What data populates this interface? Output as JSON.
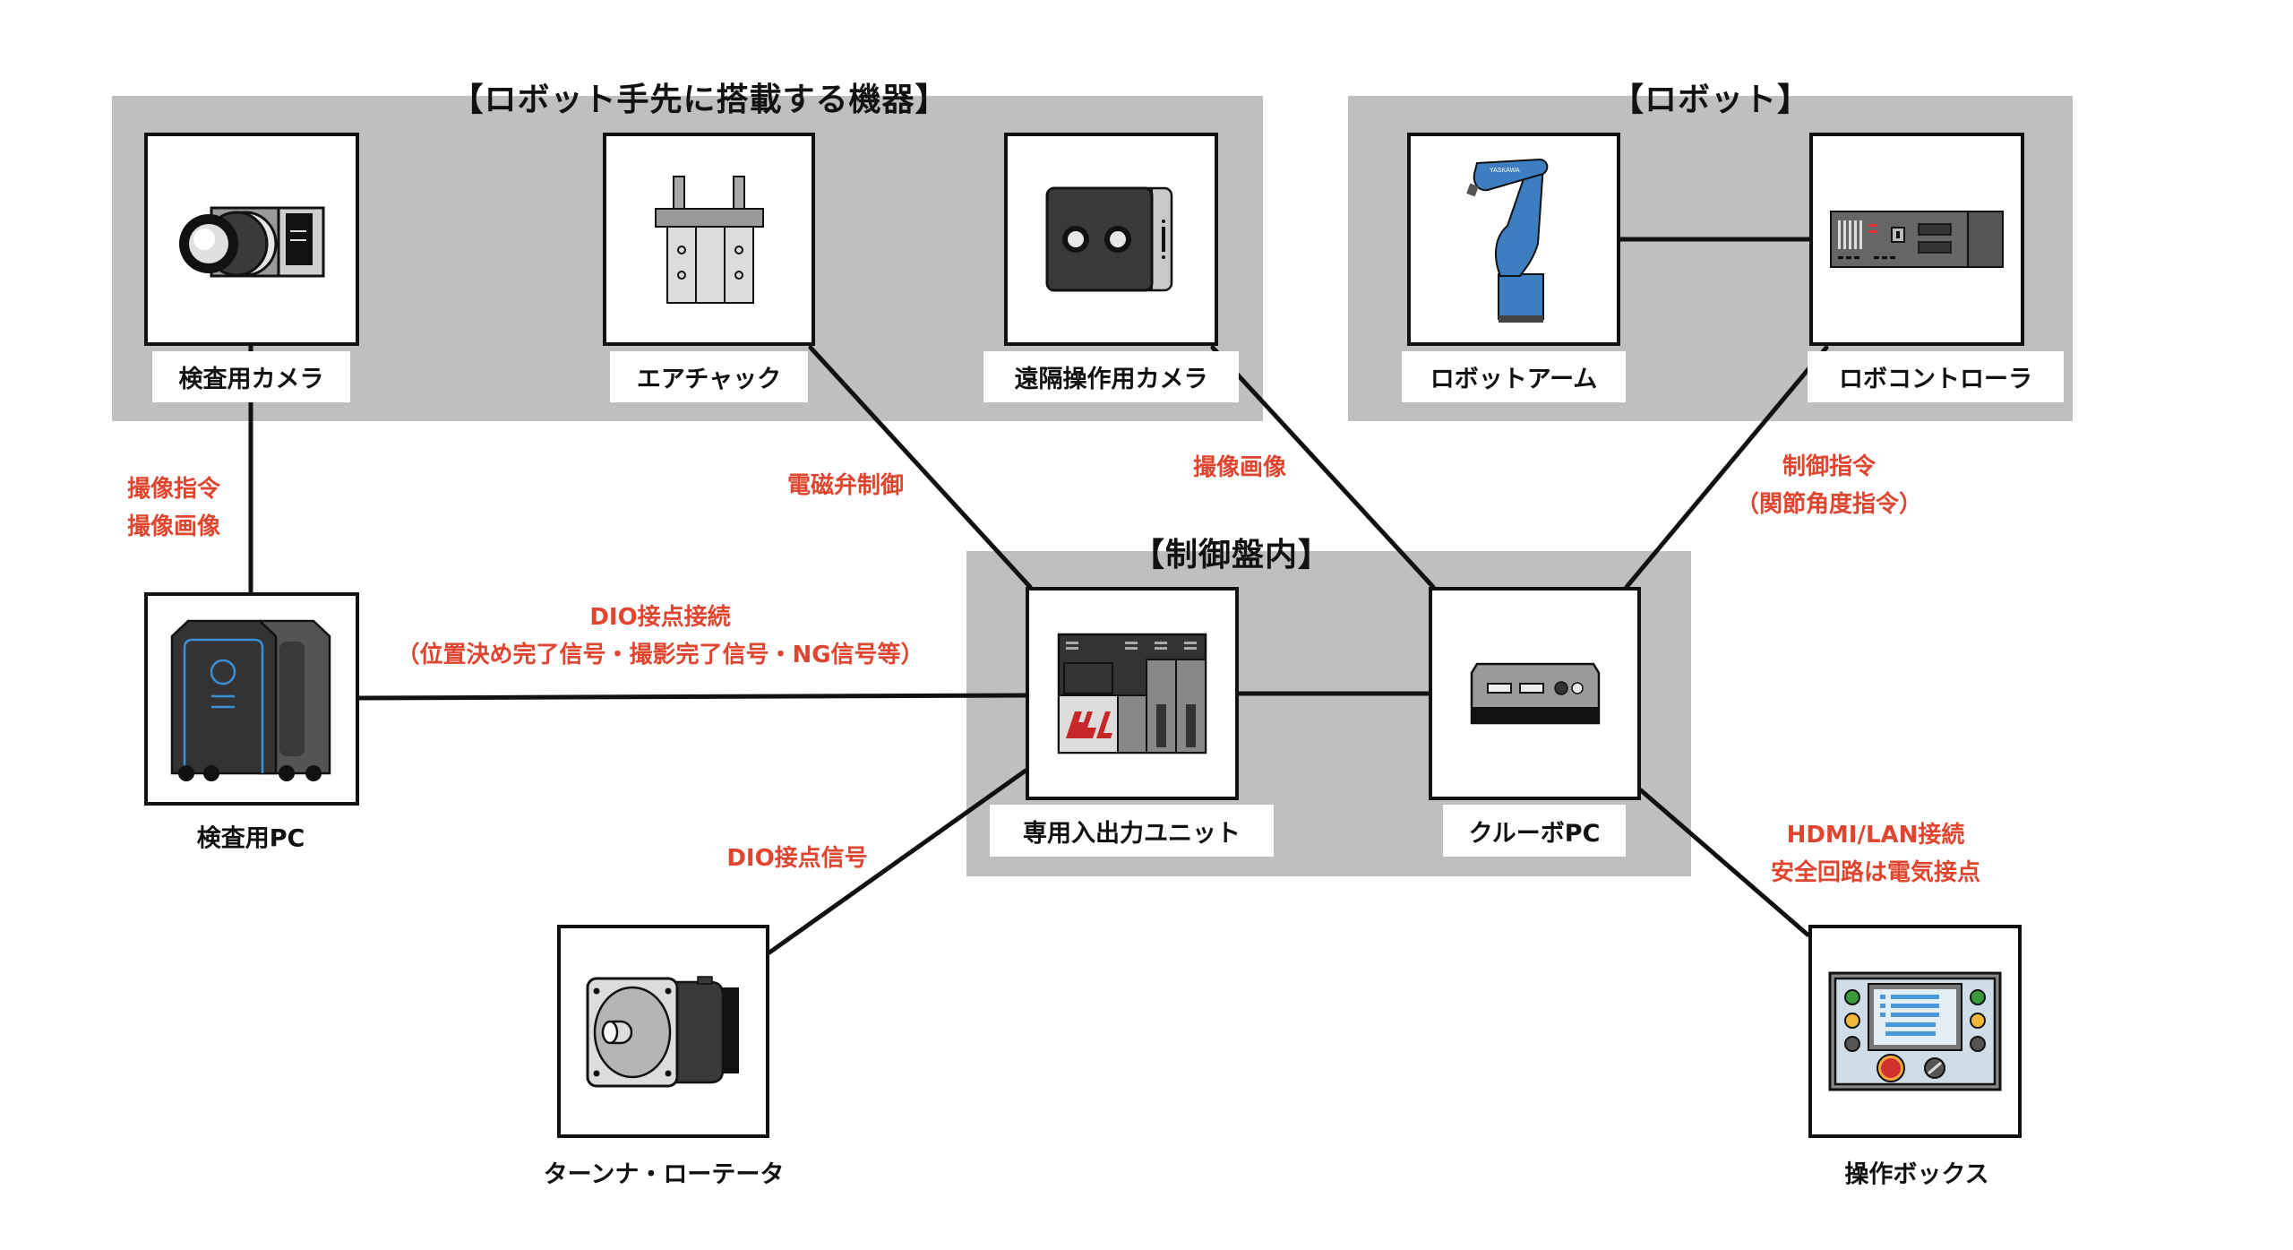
{
  "colors": {
    "group_fill": "#bfbfbf",
    "edge_label": "#e0452f",
    "line": "#111111"
  },
  "groups": {
    "end_effector": {
      "title": "【ロボット手先に搭載する機器】"
    },
    "robot": {
      "title": "【ロボット】"
    },
    "control_panel": {
      "title": "【制御盤内】"
    }
  },
  "nodes": {
    "inspection_camera": {
      "label": "検査用カメラ",
      "icon": "camera-icon"
    },
    "air_chuck": {
      "label": "エアチャック",
      "icon": "gripper-icon"
    },
    "remote_camera": {
      "label": "遠隔操作用カメラ",
      "icon": "stereo-camera-icon"
    },
    "robot_arm": {
      "label": "ロボットアーム",
      "icon": "robot-arm-icon",
      "brand": "YASKAWA"
    },
    "robot_controller": {
      "label": "ロボコントローラ",
      "icon": "controller-icon"
    },
    "inspection_pc": {
      "label": "検査用PC",
      "icon": "pc-tower-icon"
    },
    "io_unit": {
      "label": "専用入出力ユニット",
      "icon": "plc-icon"
    },
    "kuruboh_pc": {
      "label": "クルーボPC",
      "icon": "mini-pc-icon"
    },
    "turntable": {
      "label": "ターンナ・ローテータ",
      "icon": "motor-icon"
    },
    "operation_box": {
      "label": "操作ボックス",
      "icon": "control-box-icon"
    }
  },
  "edges": [
    {
      "from": "inspection_camera",
      "to": "inspection_pc",
      "lines": [
        "撮像指令",
        "撮像画像"
      ]
    },
    {
      "from": "air_chuck",
      "to": "io_unit",
      "lines": [
        "電磁弁制御"
      ]
    },
    {
      "from": "remote_camera",
      "to": "kuruboh_pc",
      "lines": [
        "撮像画像"
      ]
    },
    {
      "from": "robot_controller",
      "to": "kuruboh_pc",
      "lines": [
        "制御指令",
        "（関節角度指令）"
      ]
    },
    {
      "from": "inspection_pc",
      "to": "io_unit",
      "lines": [
        "DIO接点接続",
        "（位置決め完了信号・撮影完了信号・NG信号等）"
      ]
    },
    {
      "from": "turntable",
      "to": "io_unit",
      "lines": [
        "DIO接点信号"
      ]
    },
    {
      "from": "kuruboh_pc",
      "to": "operation_box",
      "lines": [
        "HDMI/LAN接続",
        "安全回路は電気接点"
      ]
    },
    {
      "from": "robot_arm",
      "to": "robot_controller",
      "lines": []
    },
    {
      "from": "io_unit",
      "to": "kuruboh_pc",
      "lines": []
    }
  ]
}
